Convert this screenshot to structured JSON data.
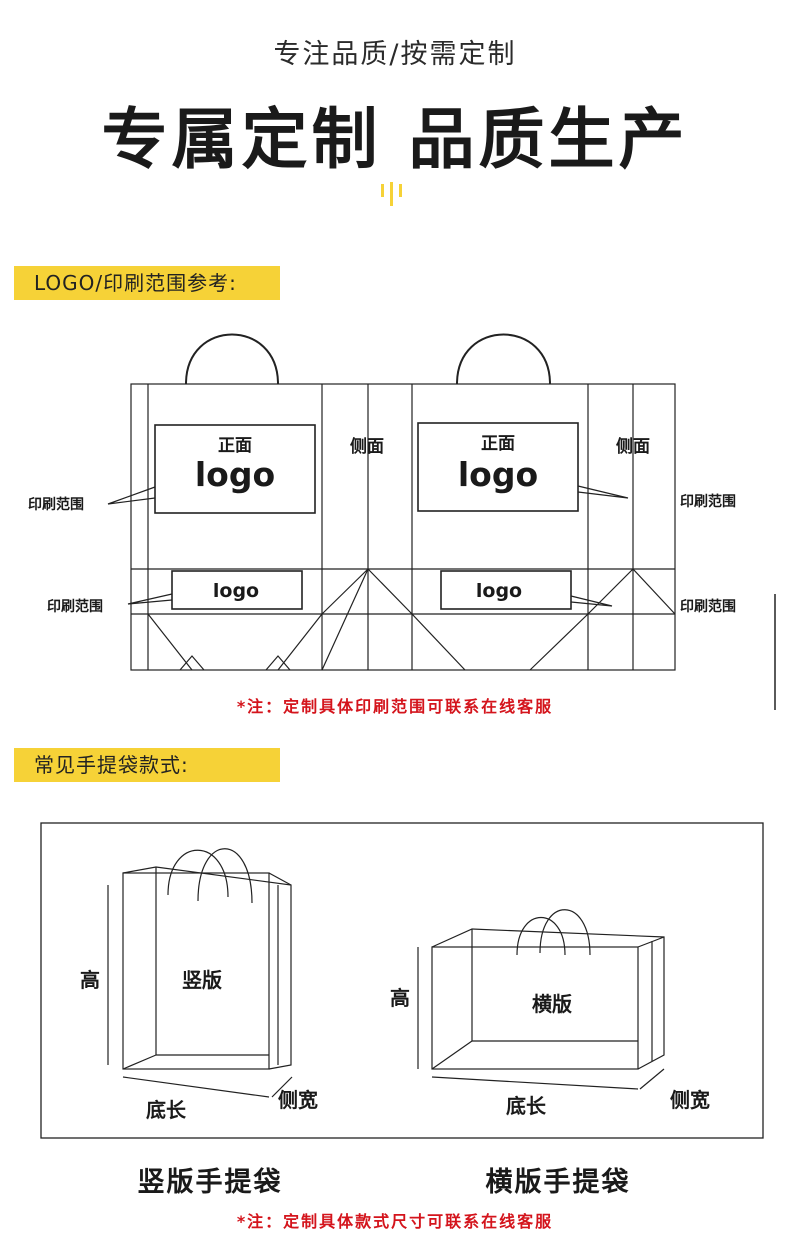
{
  "header": {
    "subtitle": "专注品质/按需定制",
    "title": "专属定制 品质生产"
  },
  "colors": {
    "accent_yellow": "#f6d237",
    "note_red": "#d4141c",
    "line": "#222222"
  },
  "print_area_section": {
    "tag": "LOGO/印刷范围参考:",
    "front_label": "正面",
    "side_label": "侧面",
    "logo_text": "logo",
    "print_range_label": "印刷范围",
    "note": "*注：定制具体印刷范围可联系在线客服"
  },
  "styles_section": {
    "tag": "常见手提袋款式:",
    "vertical": {
      "name": "竖版",
      "height_label": "高",
      "bottom_length_label": "底长",
      "side_width_label": "侧宽",
      "caption": "竖版手提袋"
    },
    "horizontal": {
      "name": "横版",
      "height_label": "高",
      "bottom_length_label": "底长",
      "side_width_label": "侧宽",
      "caption": "横版手提袋"
    },
    "note": "*注：定制具体款式尺寸可联系在线客服"
  }
}
